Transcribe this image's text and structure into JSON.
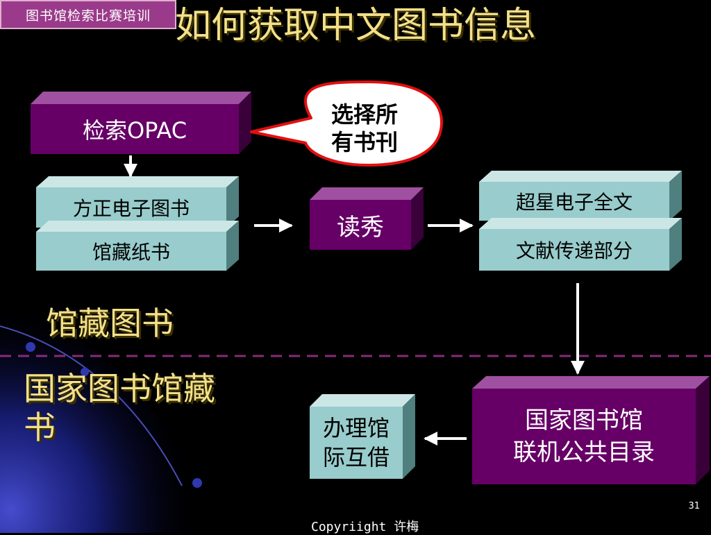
{
  "header": {
    "course_tag": "图书馆检索比赛培训",
    "title": "如何获取中文图书信息"
  },
  "callout": {
    "text": "选择所\n有书刊"
  },
  "boxes": {
    "opac": "检索OPAC",
    "founder_ebook": "方正电子图书",
    "print_collection": "馆藏纸书",
    "duxiu": "读秀",
    "chaoxing_fulltext": "超星电子全文",
    "doc_delivery": "文献传递部分",
    "nlc_catalog": "国家图书馆\n联机公共目录",
    "ill": "办理馆\n际互借"
  },
  "sections": {
    "library_collection": "馆藏图书",
    "national_collection": "国家图书馆藏\n书"
  },
  "footer": {
    "page_number": "31",
    "copyright": "Copyriight 许梅"
  },
  "colors": {
    "purple_box": "#660066",
    "teal_box": "#99cccc",
    "title_yellow": "#f3e08a",
    "callout_red": "#e01010",
    "divider": "#8a2a7a"
  }
}
